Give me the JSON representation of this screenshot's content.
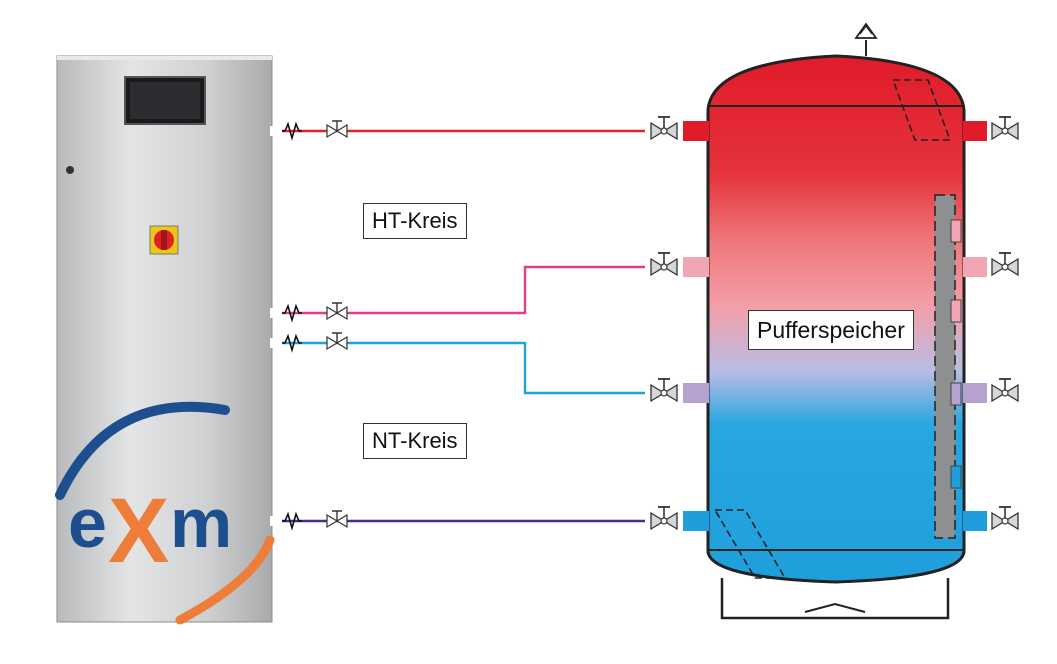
{
  "labels": {
    "ht_circuit": "HT-Kreis",
    "nt_circuit": "NT-Kreis",
    "buffer_tank": "Pufferspeicher"
  },
  "logo": {
    "text_e": "e",
    "text_x": "X",
    "text_m": "m"
  },
  "colors": {
    "hot": "#e8202a",
    "warm": "#e03c8a",
    "cold": "#1ea3d8",
    "return": "#4b2e8c",
    "logo_blue": "#1d4f8f",
    "logo_orange": "#ef7d3a",
    "cabinet": "#cfd0d2"
  },
  "icons": [
    "vent-arrow-icon",
    "valve-icon",
    "flex-hose-icon",
    "heat-exchanger-coil-icon"
  ]
}
